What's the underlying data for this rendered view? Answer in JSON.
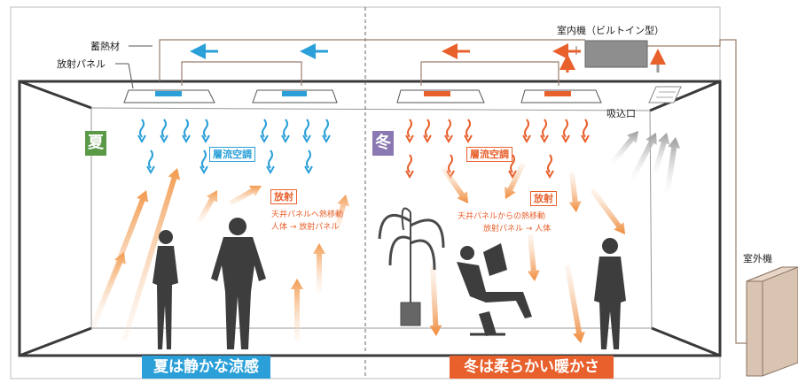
{
  "labels": {
    "heat_storage": "蓄熱材",
    "radiant_panel": "放射パネル",
    "indoor_unit": "室内機（ビルトイン型）",
    "intake": "吸込口",
    "outdoor_unit": "室外機"
  },
  "summer": {
    "badge": "夏",
    "laminar": "層流空調",
    "radiation": "放射",
    "desc_line1": "天井パネルへ熱移動",
    "desc_line2": "人体 → 放射パネル",
    "banner": "夏は静かな涼感",
    "color": "#2a9fd8",
    "badge_color": "#5a9a46"
  },
  "winter": {
    "badge": "冬",
    "laminar": "層流空調",
    "radiation": "放射",
    "desc_line1": "天井パネルからの熱移動",
    "desc_line2": "放射パネル → 人体",
    "banner": "冬は柔らかい暖かさ",
    "color": "#e8602c",
    "badge_color": "#8a78b2"
  }
}
